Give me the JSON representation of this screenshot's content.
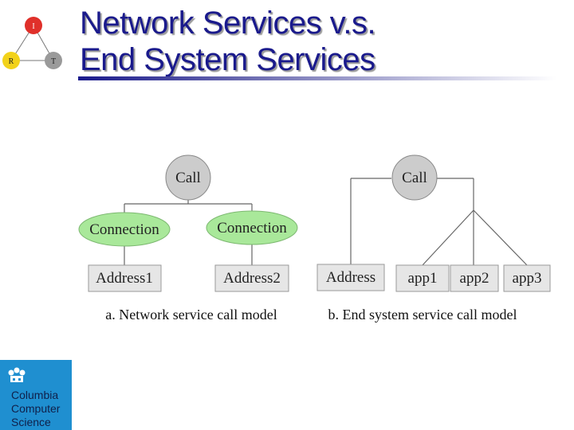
{
  "slide": {
    "title_line1": "Network Services v.s.",
    "title_line2": "End System Services",
    "accent_color": "#1a1a8c"
  },
  "triangle_logo": {
    "top_label": "I",
    "left_label": "R",
    "right_label": "T",
    "top_color": "#e0302a",
    "left_color": "#f2d21a",
    "right_color": "#9a9a9a"
  },
  "diagram_a": {
    "root": "Call",
    "children": [
      "Connection",
      "Connection"
    ],
    "leaves": [
      "Address1",
      "Address2"
    ],
    "caption": "a. Network service call model"
  },
  "diagram_b": {
    "root": "Call",
    "leaves": [
      "Address",
      "app1",
      "app2",
      "app3"
    ],
    "caption": "b. End system service call model"
  },
  "university_logo": {
    "lines": [
      "Columbia",
      "Computer",
      "Science"
    ],
    "bg_color": "#1f8fd0"
  }
}
